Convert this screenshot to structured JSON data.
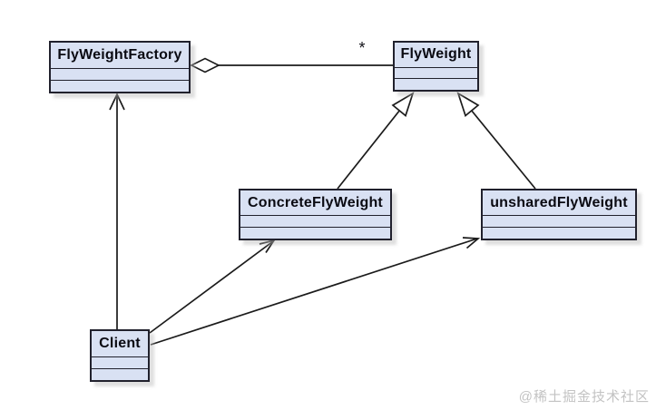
{
  "diagram": {
    "type": "uml-class-diagram",
    "pattern": "Flyweight",
    "classes": [
      {
        "name": "FlyWeightFactory",
        "compartments": [
          "",
          ""
        ]
      },
      {
        "name": "FlyWeight",
        "compartments": [
          "",
          ""
        ]
      },
      {
        "name": "ConcreteFlyWeight",
        "compartments": [
          "",
          ""
        ]
      },
      {
        "name": "unsharedFlyWeight",
        "compartments": [
          "",
          ""
        ]
      },
      {
        "name": "Client",
        "compartments": [
          "",
          ""
        ]
      }
    ],
    "relationships": [
      {
        "from": "FlyWeightFactory",
        "to": "FlyWeight",
        "type": "aggregation",
        "marker": "hollow-diamond",
        "multiplicity": "*"
      },
      {
        "from": "ConcreteFlyWeight",
        "to": "FlyWeight",
        "type": "generalization",
        "marker": "hollow-triangle"
      },
      {
        "from": "unsharedFlyWeight",
        "to": "FlyWeight",
        "type": "generalization",
        "marker": "hollow-triangle"
      },
      {
        "from": "Client",
        "to": "FlyWeightFactory",
        "type": "association",
        "marker": "open-arrow"
      },
      {
        "from": "Client",
        "to": "ConcreteFlyWeight",
        "type": "association",
        "marker": "open-arrow"
      },
      {
        "from": "Client",
        "to": "unsharedFlyWeight",
        "type": "association",
        "marker": "open-arrow"
      }
    ],
    "labels": {
      "multiplicity_star": "*"
    },
    "colors": {
      "box_fill": "#d9e1f3",
      "box_border": "#21212d",
      "line": "#1b1b1b",
      "watermark": "#c3c3c3",
      "background": "#ffffff"
    }
  },
  "watermark": {
    "text": "@稀土掘金技术社区"
  }
}
